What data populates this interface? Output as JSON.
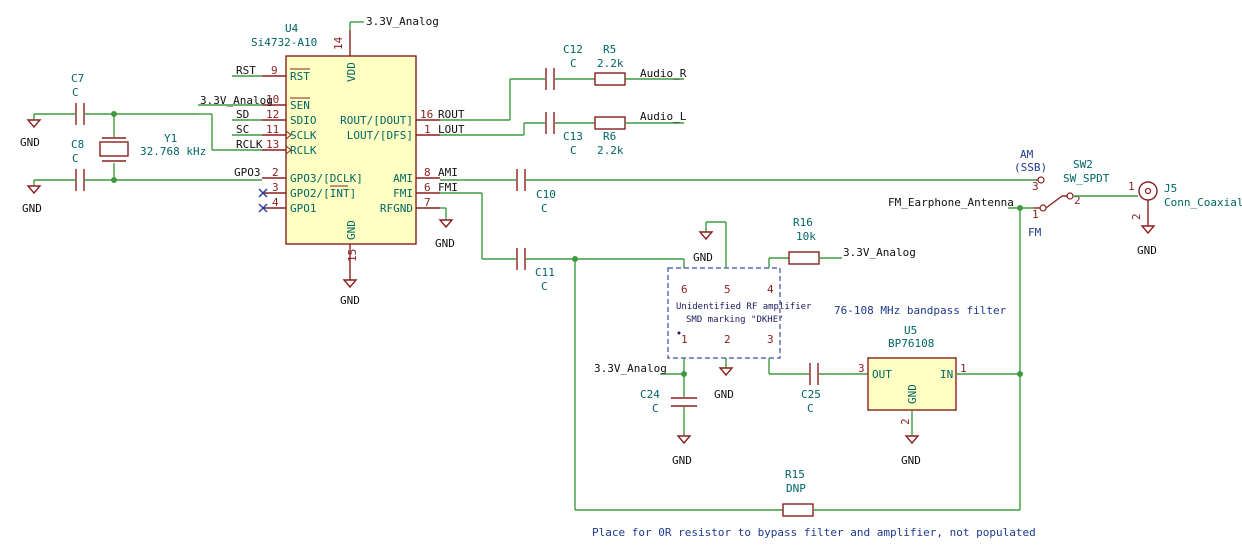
{
  "u4": {
    "ref": "U4",
    "value": "Si4732-A10",
    "left_pins": [
      {
        "num": "9",
        "name": "RST",
        "net": "RST"
      },
      {
        "num": "10",
        "name": "SEN",
        "net": "3.3V_Analog"
      },
      {
        "num": "12",
        "name": "SDIO",
        "net": "SD"
      },
      {
        "num": "11",
        "name": "SCLK",
        "net": "SC"
      },
      {
        "num": "13",
        "name": "RCLK",
        "net": "RCLK"
      },
      {
        "num": "2",
        "name": "GPO3/[DCLK]",
        "net": "GPO3"
      },
      {
        "num": "3",
        "name": "GPO2/[INT]",
        "net": ""
      },
      {
        "num": "4",
        "name": "GPO1",
        "net": ""
      }
    ],
    "right_pins": [
      {
        "num": "16",
        "name": "ROUT/[DOUT]",
        "net": "ROUT"
      },
      {
        "num": "1",
        "name": "LOUT/[DFS]",
        "net": "LOUT"
      },
      {
        "num": "8",
        "name": "AMI",
        "net": "AMI"
      },
      {
        "num": "6",
        "name": "FMI",
        "net": "FMI"
      },
      {
        "num": "7",
        "name": "RFGND",
        "net": ""
      }
    ],
    "top_pin": {
      "num": "14",
      "name": "VDD",
      "net": "3.3V_Analog"
    },
    "bottom_pin": {
      "num": "15",
      "name": "GND",
      "net": "GND"
    }
  },
  "caps": {
    "c7": {
      "ref": "C7",
      "value": "C"
    },
    "c8": {
      "ref": "C8",
      "value": "C"
    },
    "c12": {
      "ref": "C12",
      "value": "C"
    },
    "c13": {
      "ref": "C13",
      "value": "C"
    },
    "c10": {
      "ref": "C10",
      "value": "C"
    },
    "c11": {
      "ref": "C11",
      "value": "C"
    },
    "c24": {
      "ref": "C24",
      "value": "C"
    },
    "c25": {
      "ref": "C25",
      "value": "C"
    }
  },
  "resistors": {
    "r5": {
      "ref": "R5",
      "value": "2.2k"
    },
    "r6": {
      "ref": "R6",
      "value": "2.2k"
    },
    "r16": {
      "ref": "R16",
      "value": "10k"
    },
    "r15": {
      "ref": "R15",
      "value": "DNP"
    }
  },
  "y1": {
    "ref": "Y1",
    "value": "32.768 kHz"
  },
  "nets": {
    "audio_r": "Audio_R",
    "audio_l": "Audio_L",
    "analog": "3.3V_Analog",
    "gnd": "GND",
    "fm_ant": "FM_Earphone_Antenna"
  },
  "sw2": {
    "ref": "SW2",
    "value": "SW_SPDT",
    "am_label": "AM",
    "am_sub": "(SSB)",
    "fm_label": "FM",
    "pin1": "1",
    "pin2": "2",
    "pin3": "3"
  },
  "j5": {
    "ref": "J5",
    "value": "Conn_Coaxial",
    "pin1": "1",
    "pin2": "2"
  },
  "u5": {
    "ref": "U5",
    "value": "BP76108",
    "pin_out_name": "OUT",
    "pin_in_name": "IN",
    "pin_gnd_name": "GND",
    "pin_out": "3",
    "pin_in": "1",
    "pin_gnd": "2"
  },
  "amp": {
    "line1": "Unidentified RF amplifier",
    "line2": "SMD marking \"DKHE\"",
    "pins_top": [
      "6",
      "5",
      "4"
    ],
    "pins_bottom": [
      "1",
      "2",
      "3"
    ]
  },
  "notes": {
    "filter": "76-108 MHz bandpass filter",
    "bypass": "Place for 0R resistor to bypass filter and amplifier, not populated"
  }
}
